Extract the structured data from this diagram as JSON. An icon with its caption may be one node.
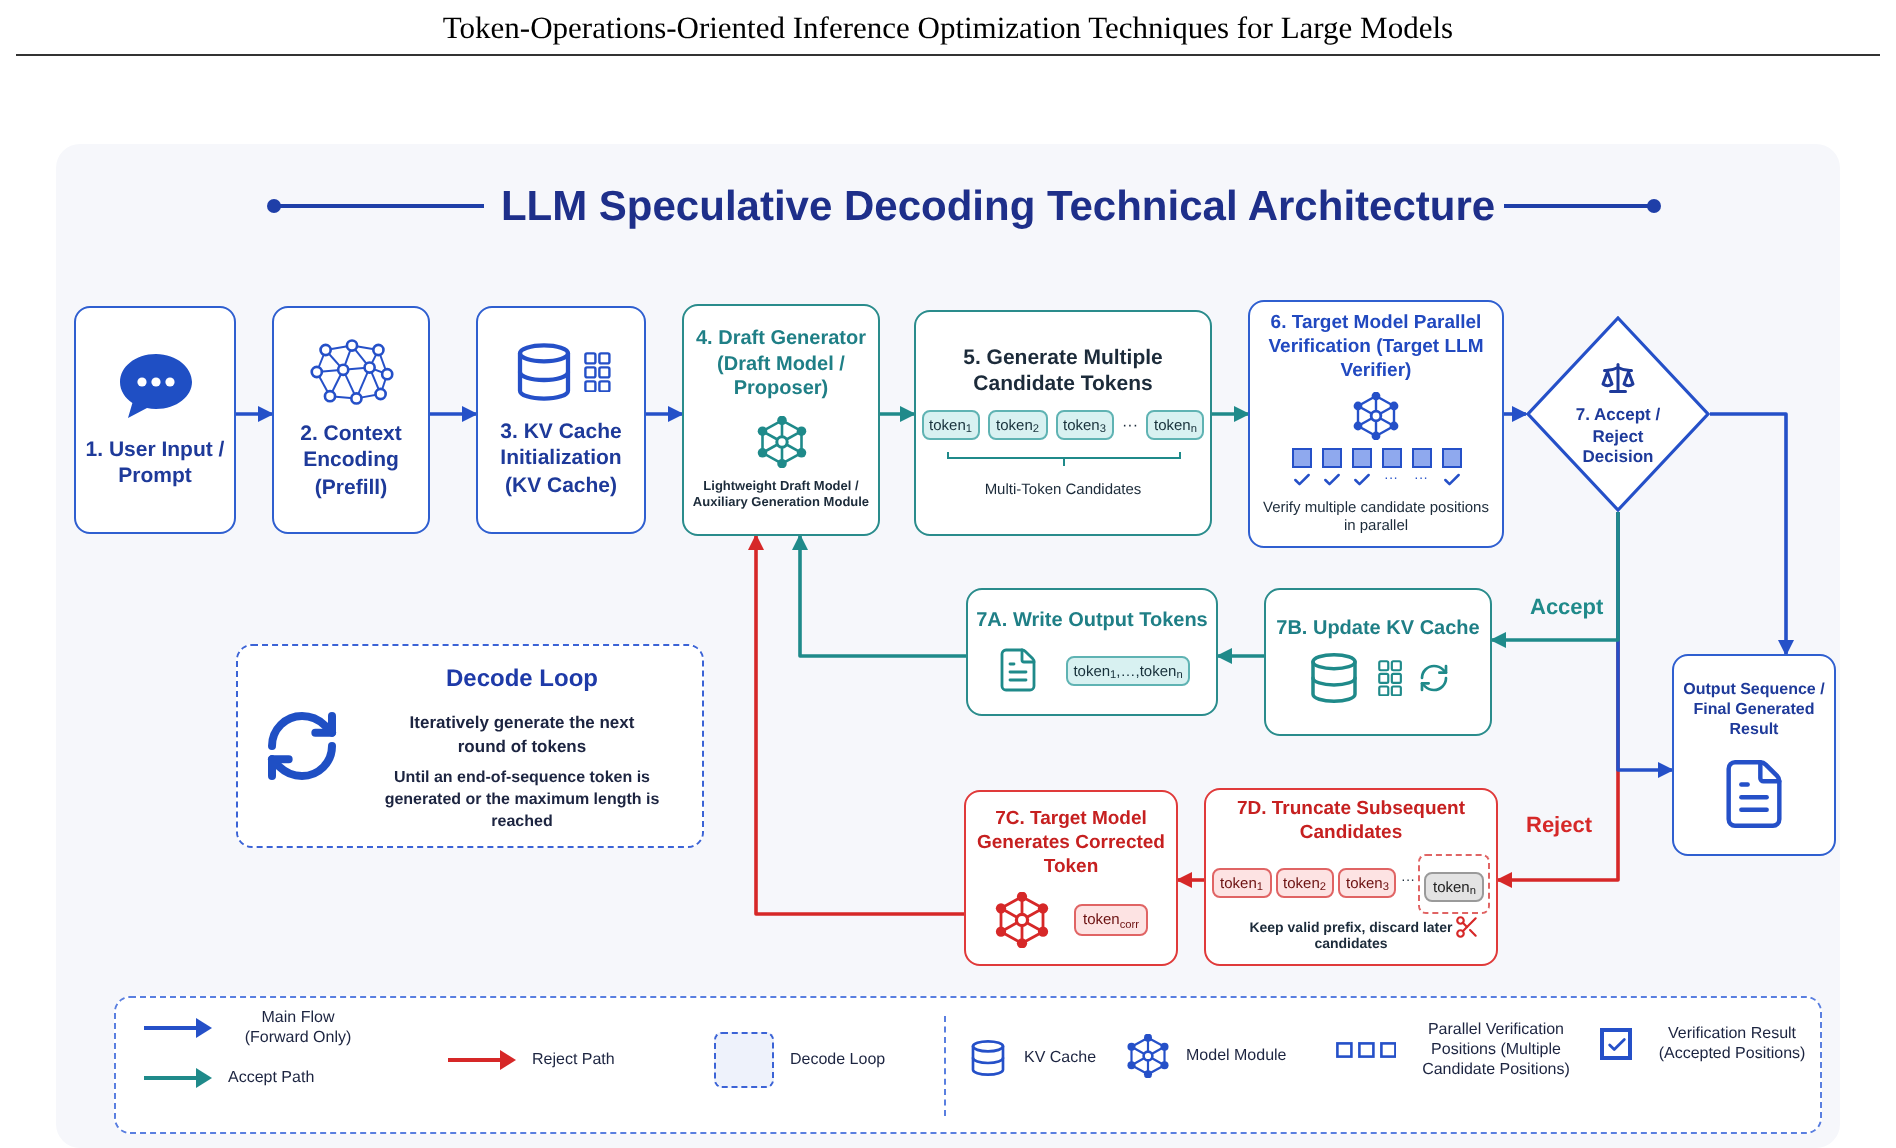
{
  "diagram": {
    "title": "LLM Speculative Decoding Technical Architecture",
    "nodes": [
      {
        "text": [
          "1. User Input / Prompt"
        ]
      },
      {
        "text": [
          "2. Context Encoding (Prefill)"
        ]
      },
      {
        "text": [
          "3. KV Cache Initialization (KV Cache)"
        ]
      },
      {
        "text": [
          "4. Draft Generator (Draft Model / Proposer)",
          "Lightweight Draft Model / Auxiliary Generation Module"
        ]
      },
      {
        "text": [
          "5. Generate Multiple Candidate Tokens",
          "···",
          "Multi-Token Candidates"
        ]
      },
      {
        "text": [
          "token$_{1}$"
        ],
        "in": 4
      },
      {
        "text": [
          "token$_{2}$"
        ],
        "in": 4
      },
      {
        "text": [
          "token$_{3}$"
        ],
        "in": 4
      },
      {
        "text": [
          "token$_{n}$"
        ],
        "in": 4
      },
      {
        "text": [
          "6. Target Model Parallel Verification (Target LLM Verifier)",
          "···",
          "···",
          "Verify multiple candidate positions in parallel"
        ]
      },
      {
        "text": [
          "7. Accept / Reject Decision"
        ]
      },
      {
        "text": [
          "Output Sequence / Final Generated Result"
        ]
      },
      {
        "text": [
          "7A. Write Output Tokens"
        ]
      },
      {
        "text": [
          "token$_{1}$,…,token$_{n}$"
        ],
        "in": 12
      },
      {
        "text": [
          "7B. Update KV Cache"
        ]
      },
      {
        "text": [
          "Decode Loop",
          "Iteratively generate the next round of tokens",
          "Until an end-of-sequence token is generated or the maximum length is reached"
        ]
      },
      {
        "text": [
          "7C. Target Model Generates Corrected Token"
        ]
      },
      {
        "text": [
          "token$_{corr}$"
        ],
        "in": 16
      },
      {
        "text": [
          "7D. Truncate Subsequent Candidates",
          "···",
          "Keep valid prefix, discard later candidates"
        ]
      },
      {
        "text": [
          "token$_{1}$"
        ],
        "in": 18
      },
      {
        "text": [
          "token$_{2}$"
        ],
        "in": 18
      },
      {
        "text": [
          "token$_{3}$"
        ],
        "in": 18
      },
      {
        "text": [
          "token$_{n}$"
        ],
        "in": 18
      }
    ],
    "edges": [
      {
        "from": 0,
        "to": 1,
        "arrow": "to"
      },
      {
        "from": 1,
        "to": 2,
        "arrow": "to"
      },
      {
        "from": 2,
        "to": 3,
        "arrow": "to"
      },
      {
        "from": 3,
        "to": 4,
        "arrow": "to",
        "color": "#1f8a8a"
      },
      {
        "from": 4,
        "to": 9,
        "arrow": "to",
        "color": "#1f8a8a"
      },
      {
        "from": 9,
        "to": 10,
        "arrow": "to"
      },
      {
        "from": 10,
        "to": 11,
        "arrow": "to"
      },
      {
        "from": 10,
        "to": 14,
        "arrow": "to",
        "label": "Accept",
        "color": "#1f8a8a"
      },
      {
        "from": 10,
        "to": 11,
        "arrow": "to"
      },
      {
        "from": 10,
        "to": 18,
        "arrow": "to",
        "label": "Reject",
        "color": "#d62828"
      },
      {
        "from": 14,
        "to": 12,
        "arrow": "to",
        "color": "#1f8a8a"
      },
      {
        "from": 12,
        "to": 3,
        "arrow": "to",
        "color": "#1f8a8a"
      },
      {
        "from": 18,
        "to": 16,
        "arrow": "to",
        "color": "#d62828"
      },
      {
        "from": 16,
        "to": 3,
        "arrow": "to",
        "color": "#d62828"
      }
    ],
    "labels": [
      "Token-Operations-Oriented Inference Optimization Techniques for Large Models"
    ],
    "legend": [
      {
        "text": "Main Flow (Forward Only)"
      },
      {
        "text": "Accept Path"
      },
      {
        "text": "Reject Path"
      },
      {
        "text": "Decode Loop"
      },
      {
        "text": "KV Cache"
      },
      {
        "text": "Model Module"
      },
      {
        "text": "Parallel Verification Positions (Multiple Candidate Positions)"
      },
      {
        "text": "Verification Result (Accepted Positions)"
      }
    ]
  }
}
